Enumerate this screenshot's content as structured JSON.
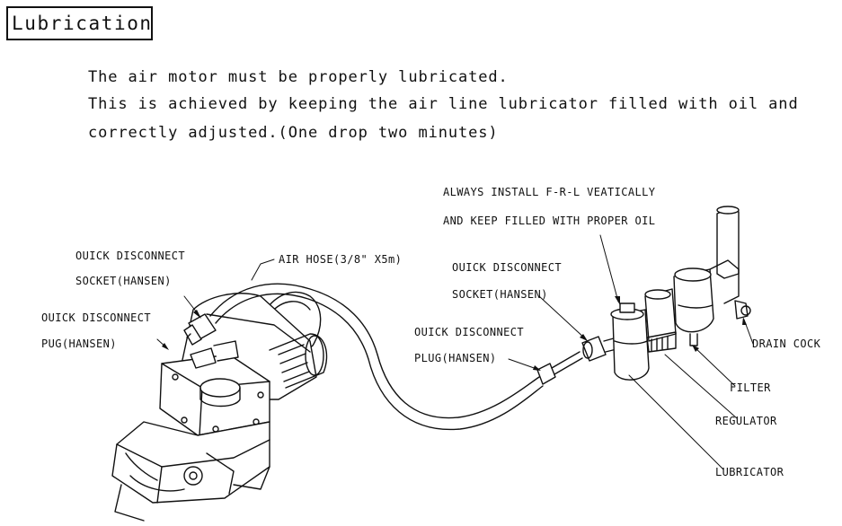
{
  "title": "Lubrication",
  "intro": {
    "line1": "The air motor must be properly lubricated.",
    "line2": "This is achieved by keeping the air line lubricator filled with oil and",
    "line3": "correctly  adjusted.(One drop two minutes)"
  },
  "labels": {
    "socket_left_1": "OUICK DISCONNECT",
    "socket_left_2": "SOCKET(HANSEN)",
    "plug_left_1": "OUICK DISCONNECT",
    "plug_left_2": "PUG(HANSEN)",
    "air_hose": "AIR HOSE(3/8\" X5m)",
    "install_1": "ALWAYS INSTALL F-R-L VEATICALLY",
    "install_2": "AND KEEP FILLED WITH PROPER OIL",
    "socket_right_1": "OUICK DISCONNECT",
    "socket_right_2": "SOCKET(HANSEN)",
    "plug_right_1": "OUICK DISCONNECT",
    "plug_right_2": "PLUG(HANSEN)",
    "drain_cock": "DRAIN COCK",
    "filter": "FILTER",
    "regulator": "REGULATOR",
    "lubricator": "LUBRICATOR"
  }
}
